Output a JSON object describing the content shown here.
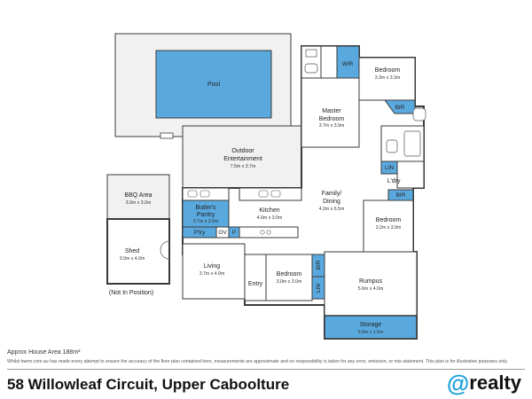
{
  "rooms": {
    "pool": {
      "name": "Pool"
    },
    "wir": {
      "name": "WIR"
    },
    "bedroom1": {
      "name": "Bedroom",
      "dims": "3.3m x 3.3m"
    },
    "bir1": {
      "name": "BIR"
    },
    "master": {
      "name": "Master",
      "name2": "Bedroom",
      "dims": "3.7m x 3.9m"
    },
    "outdoor": {
      "name": "Outdoor",
      "name2": "Entertainment",
      "dims": "7.5m x 3.7m"
    },
    "lin1": {
      "name": "LIN"
    },
    "ldry": {
      "name": "L'dry"
    },
    "bir2": {
      "name": "BIR"
    },
    "family": {
      "name": "Family/",
      "name2": "Dining",
      "dims": "4.2m x 6.5m"
    },
    "butlers": {
      "name": "Butler's",
      "name2": "Pantry",
      "dims": "3.7m x 3.0m"
    },
    "kitchen": {
      "name": "Kitchen",
      "dims": "4.0m x 3.0m"
    },
    "bedroom2": {
      "name": "Bedroom",
      "dims": "3.2m x 3.9m"
    },
    "ptry": {
      "name": "P'try"
    },
    "ov": {
      "name": "OV"
    },
    "p": {
      "name": "P"
    },
    "bbq": {
      "name": "BBQ Area",
      "dims": "3.0m x 3.0m"
    },
    "shed": {
      "name": "Shed",
      "dims": "3.0m x 4.0m"
    },
    "not_in_position": {
      "name": "(Not In Position)"
    },
    "living": {
      "name": "Living",
      "dims": "3.7m x 4.0m"
    },
    "entry": {
      "name": "Entry"
    },
    "bedroom3": {
      "name": "Bedroom",
      "dims": "3.0m x 3.0m"
    },
    "bir3": {
      "name": "BIR"
    },
    "lin2": {
      "name": "LIN"
    },
    "rumpus": {
      "name": "Rumpus",
      "dims": "5.6m x 4.0m"
    },
    "storage": {
      "name": "Storage",
      "dims": "5.6m x 1.5m"
    }
  },
  "footer": {
    "area_note": "Approx House Area 188m²",
    "disclaimer": "Whilst bwrm.com.au has made every attempt to ensure the accuracy of the floor plan contained here, measurements are approximate and no responsibility is taken for any error, omission, or mis-statement. This plan is for illustrative purposes only.",
    "address": "58 Willowleaf Circuit, Upper Caboolture",
    "logo_at": "@",
    "logo_word": "realty"
  },
  "colors": {
    "wall": "#3a3a3a",
    "blue_fill": "#5aa9de",
    "grey_fill": "#f1f1f1",
    "accent_logo": "#1a9fd9"
  }
}
